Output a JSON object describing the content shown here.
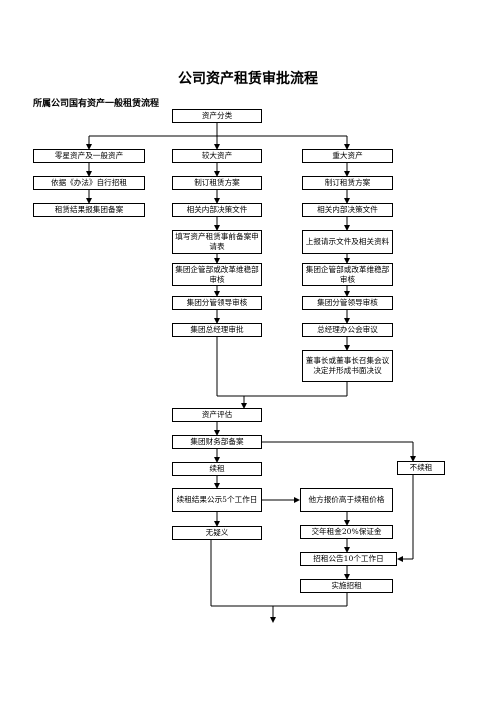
{
  "title": "公司资产租赁审批流程",
  "subtitle": "所属公司国有资产一般租赁流程",
  "nodes": {
    "classification": "资产分类",
    "small_assets": "零星资产及一般资产",
    "self_lease": "依据《办法》自行招租",
    "report_group": "租赁结果报集团备案",
    "larger_assets": "较大资产",
    "plan_mid": "制订租赁方案",
    "decision_mid": "相关内部决策文件",
    "filing_form": "填写资产租赁事前备案申请表",
    "dept_review_mid": "集团企管部或改革维稳部审核",
    "leader_review_mid": "集团分管领导审核",
    "gm_approval": "集团总经理审批",
    "major_assets": "重大资产",
    "plan_major": "制订租赁方案",
    "decision_major": "相关内部决策文件",
    "submit_docs": "上报请示文件及相关资料",
    "dept_review_major": "集团企管部或改革维稳部审核",
    "leader_review_major": "集团分管领导审核",
    "gm_office": "总经理办公会审议",
    "board": "董事长或董事长召集会议决定并形成书面决议",
    "valuation": "资产评估",
    "finance_filing": "集团财务部备案",
    "renew": "续租",
    "no_renew": "不续租",
    "publicize": "续租结果公示5个工作日",
    "no_objection": "无疑义",
    "higher_bid": "他方报价高于续租价格",
    "deposit": "交年租金20%保证金",
    "announce": "招租公告10个工作日",
    "execute": "实施招租"
  }
}
